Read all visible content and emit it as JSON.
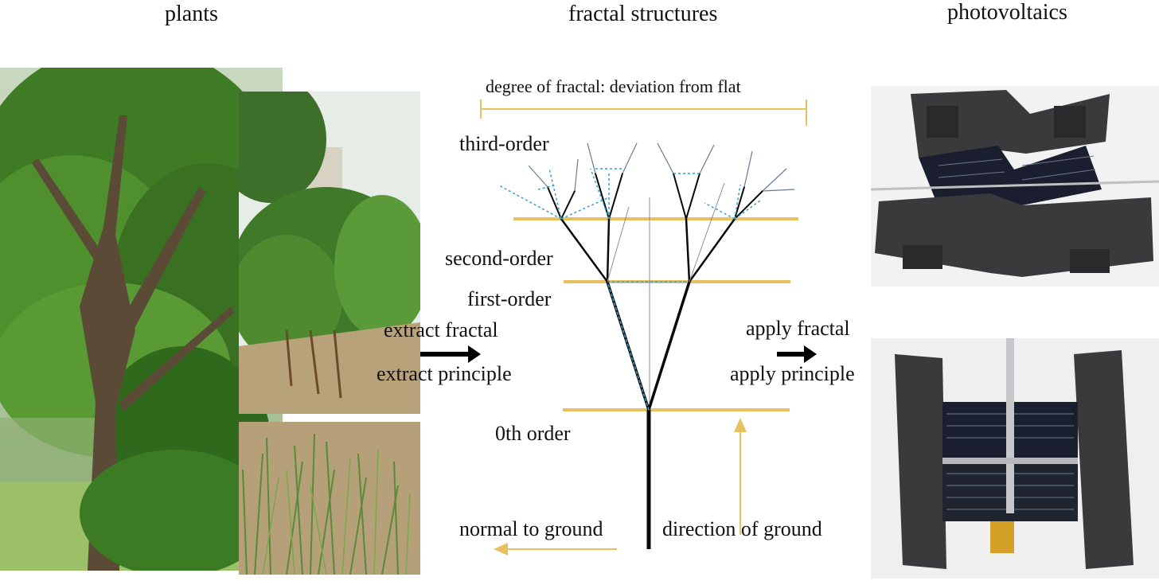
{
  "headers": {
    "plants": "plants",
    "fractal": "fractal structures",
    "pv": "photovoltaics"
  },
  "labels": {
    "degree": "degree of fractal: deviation from flat",
    "third": "third-order",
    "second": "second-order",
    "first": "first-order",
    "zeroth": "0th order",
    "extract_fractal": "extract fractal",
    "extract_principle": "extract principle",
    "apply_fractal": "apply fractal",
    "apply_principle": "apply principle",
    "normal": "normal to ground",
    "direction": "direction of ground"
  },
  "colors": {
    "accent": "#e8c060",
    "branch": "#0a0a0a",
    "dotted": "#3a9ec8",
    "thin": "#8a8f99",
    "arrow": "#000000",
    "foliage": "#4a8a2a",
    "ground": "#b8a27a",
    "module": "#3a3a3c",
    "cell": "#1a1e2e"
  },
  "photos": {
    "tree": "tree-photo",
    "bush": "bush-photo",
    "grass": "grass-photo",
    "pv_top": "pv-module-top-photo",
    "pv_bottom": "pv-module-bottom-photo"
  }
}
